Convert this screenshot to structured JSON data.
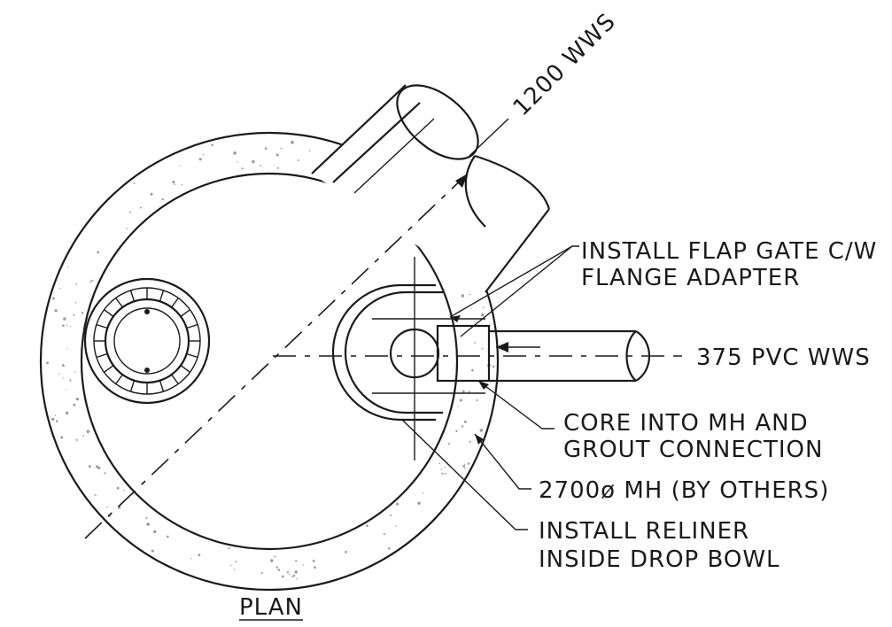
{
  "labels": {
    "pipe_1200": "1200 WWS",
    "flap_gate_line1": "INSTALL FLAP GATE C/W",
    "flap_gate_line2": "FLANGE ADAPTER",
    "pvc_375": "375 PVC WWS",
    "core_line1": "CORE INTO MH AND",
    "core_line2": "GROUT CONNECTION",
    "manhole": "2700ø MH (BY OTHERS)",
    "reliner_line1": "INSTALL RELINER",
    "reliner_line2": "INSIDE DROP BOWL",
    "view_title": "PLAN"
  }
}
